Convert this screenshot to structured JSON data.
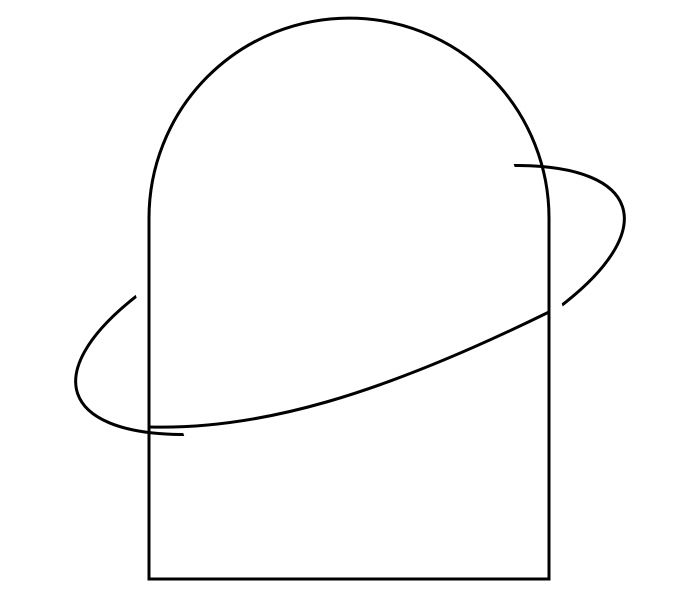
{
  "diagram": {
    "shapes": [
      {
        "id": "arch-shape",
        "kind": "arch",
        "filled": false
      },
      {
        "id": "ring-ellipse",
        "kind": "ellipse",
        "filled": false
      }
    ]
  },
  "colors": {
    "background": "#ffffff",
    "stroke": "#000000"
  }
}
